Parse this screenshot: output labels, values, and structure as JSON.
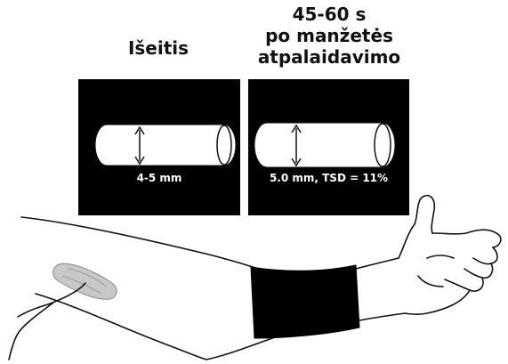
{
  "panels": {
    "baseline": {
      "title": "Išeitis",
      "measurement": "4-5 mm"
    },
    "post_release": {
      "title_lines": [
        "45-60 s",
        "po manžetės",
        "atpalaidavimo"
      ],
      "measurement": "5.0 mm, TSD = 11%"
    }
  },
  "colors": {
    "panel_background": "#000000",
    "vessel_fill": "#ffffff",
    "cuff_fill": "#000000",
    "outline": "#111111",
    "probe_fill": "#c8c8c8"
  }
}
